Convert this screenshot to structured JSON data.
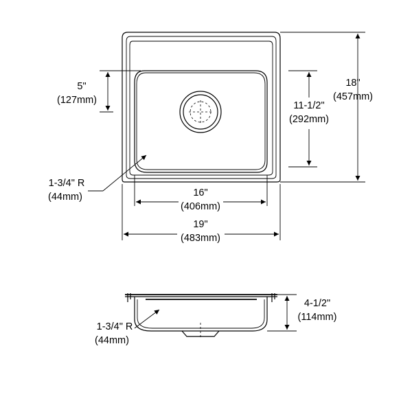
{
  "top_view": {
    "bowl_depth_offset": {
      "imperial": "5\"",
      "metric": "(127mm)"
    },
    "overall_depth": {
      "imperial": "18\"",
      "metric": "(457mm)"
    },
    "bowl_depth": {
      "imperial": "11-1/2\"",
      "metric": "(292mm)"
    },
    "corner_radius": {
      "imperial": "1-3/4\" R",
      "metric": "(44mm)"
    },
    "bowl_width": {
      "imperial": "16\"",
      "metric": "(406mm)"
    },
    "overall_width": {
      "imperial": "19\"",
      "metric": "(483mm)"
    }
  },
  "side_view": {
    "bowl_height": {
      "imperial": "4-1/2\"",
      "metric": "(114mm)"
    },
    "corner_radius": {
      "imperial": "1-3/4\" R",
      "metric": "(44mm)"
    }
  }
}
